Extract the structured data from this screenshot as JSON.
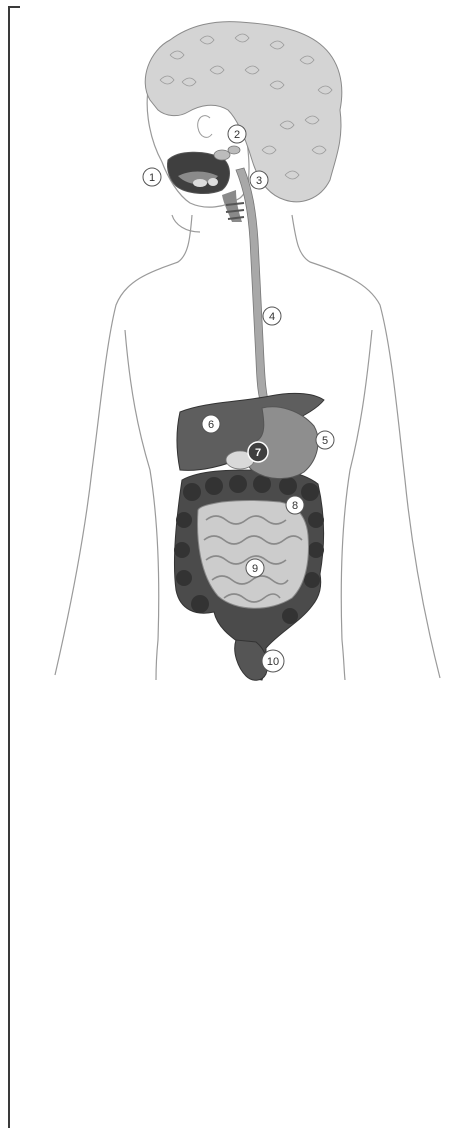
{
  "figure": {
    "labels": [
      "1",
      "2",
      "3",
      "4",
      "5",
      "6",
      "7",
      "8",
      "9",
      "10"
    ]
  },
  "colors": {
    "outline": "#9a9a9a",
    "hair": "#bdbdbd",
    "liver": "#5e5e5e",
    "stomach": "#8c8c8c",
    "large_intestine": "#4a4a4a",
    "small_intestine": "#c9c9c9",
    "esophagus": "#9b9b9b",
    "frame": "#3a3a3a"
  }
}
